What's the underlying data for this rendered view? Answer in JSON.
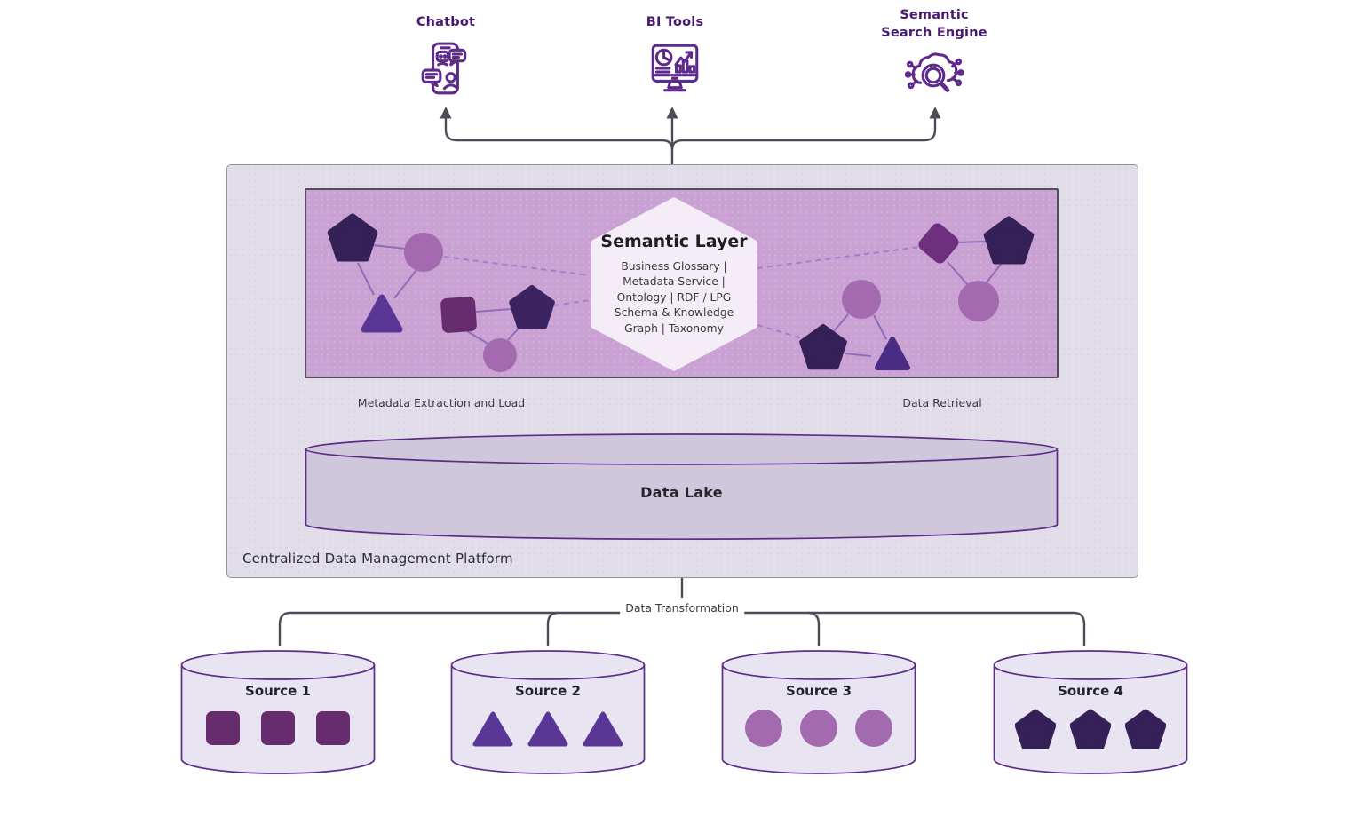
{
  "consumers": [
    {
      "label": "Chatbot",
      "icon": "chatbot-icon"
    },
    {
      "label": "BI Tools",
      "icon": "bi-tools-icon"
    },
    {
      "label": "Semantic Search Engine",
      "icon": "semantic-search-icon"
    }
  ],
  "platform": {
    "label": "Centralized Data Management Platform",
    "semantic_layer": {
      "title": "Semantic Layer",
      "subtitle": "Business Glossary | Metadata Service | Ontology | RDF / LPG Schema & Knowledge Graph | Taxonomy"
    },
    "data_lake": {
      "label": "Data Lake"
    }
  },
  "flows": {
    "metadata_extraction": "Metadata Extraction and Load",
    "data_retrieval": "Data Retrieval",
    "data_transformation": "Data Transformation"
  },
  "sources": [
    {
      "label": "Source 1",
      "shape": "square"
    },
    {
      "label": "Source 2",
      "shape": "triangle"
    },
    {
      "label": "Source 3",
      "shape": "circle"
    },
    {
      "label": "Source 4",
      "shape": "pentagon"
    }
  ],
  "colors": {
    "icon_purple": "#5e2a8c",
    "connector_slate": "#4e4a58",
    "panel_fill": "#c9a1d3",
    "platform_fill": "#e1dee9",
    "hexagon_fill": "#f4edf7",
    "cylinder_stroke": "#5d2c87",
    "lake_fill": "#cfc7dc",
    "source_fill": "#e9e4f1",
    "shape_pentagon": "#352058",
    "shape_circle": "#a36ab0",
    "shape_triangle": "#5a3796",
    "shape_square": "#672c6d"
  }
}
